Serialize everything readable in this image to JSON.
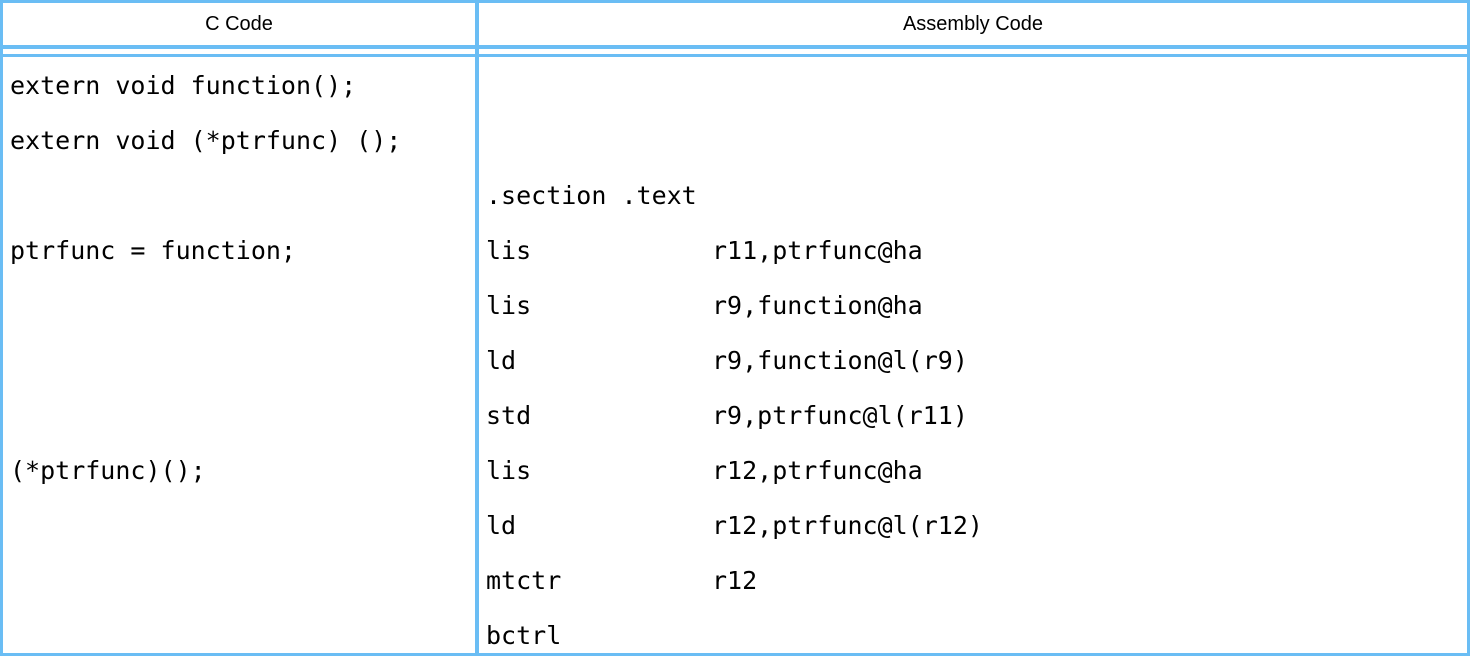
{
  "table": {
    "border_color": "#6abdf4",
    "text_color": "#000000",
    "headers": {
      "c": "C Code",
      "asm": "Assembly Code"
    },
    "rows": [
      {
        "c": "extern void function();",
        "m": "",
        "o": ""
      },
      {
        "c": "extern void (*ptrfunc) ();",
        "m": "",
        "o": ""
      },
      {
        "c": "",
        "m": ".section .text",
        "o": ""
      },
      {
        "c": "ptrfunc = function;",
        "m": "lis",
        "o": "r11,ptrfunc@ha"
      },
      {
        "c": "",
        "m": "lis",
        "o": "r9,function@ha"
      },
      {
        "c": "",
        "m": "ld",
        "o": "r9,function@l(r9)"
      },
      {
        "c": "",
        "m": "std",
        "o": "r9,ptrfunc@l(r11)"
      },
      {
        "c": "(*ptrfunc)();",
        "m": "lis",
        "o": "r12,ptrfunc@ha"
      },
      {
        "c": "",
        "m": "ld",
        "o": "r12,ptrfunc@l(r12)"
      },
      {
        "c": "",
        "m": "mtctr",
        "o": "r12"
      },
      {
        "c": "",
        "m": "bctrl",
        "o": ""
      }
    ]
  }
}
